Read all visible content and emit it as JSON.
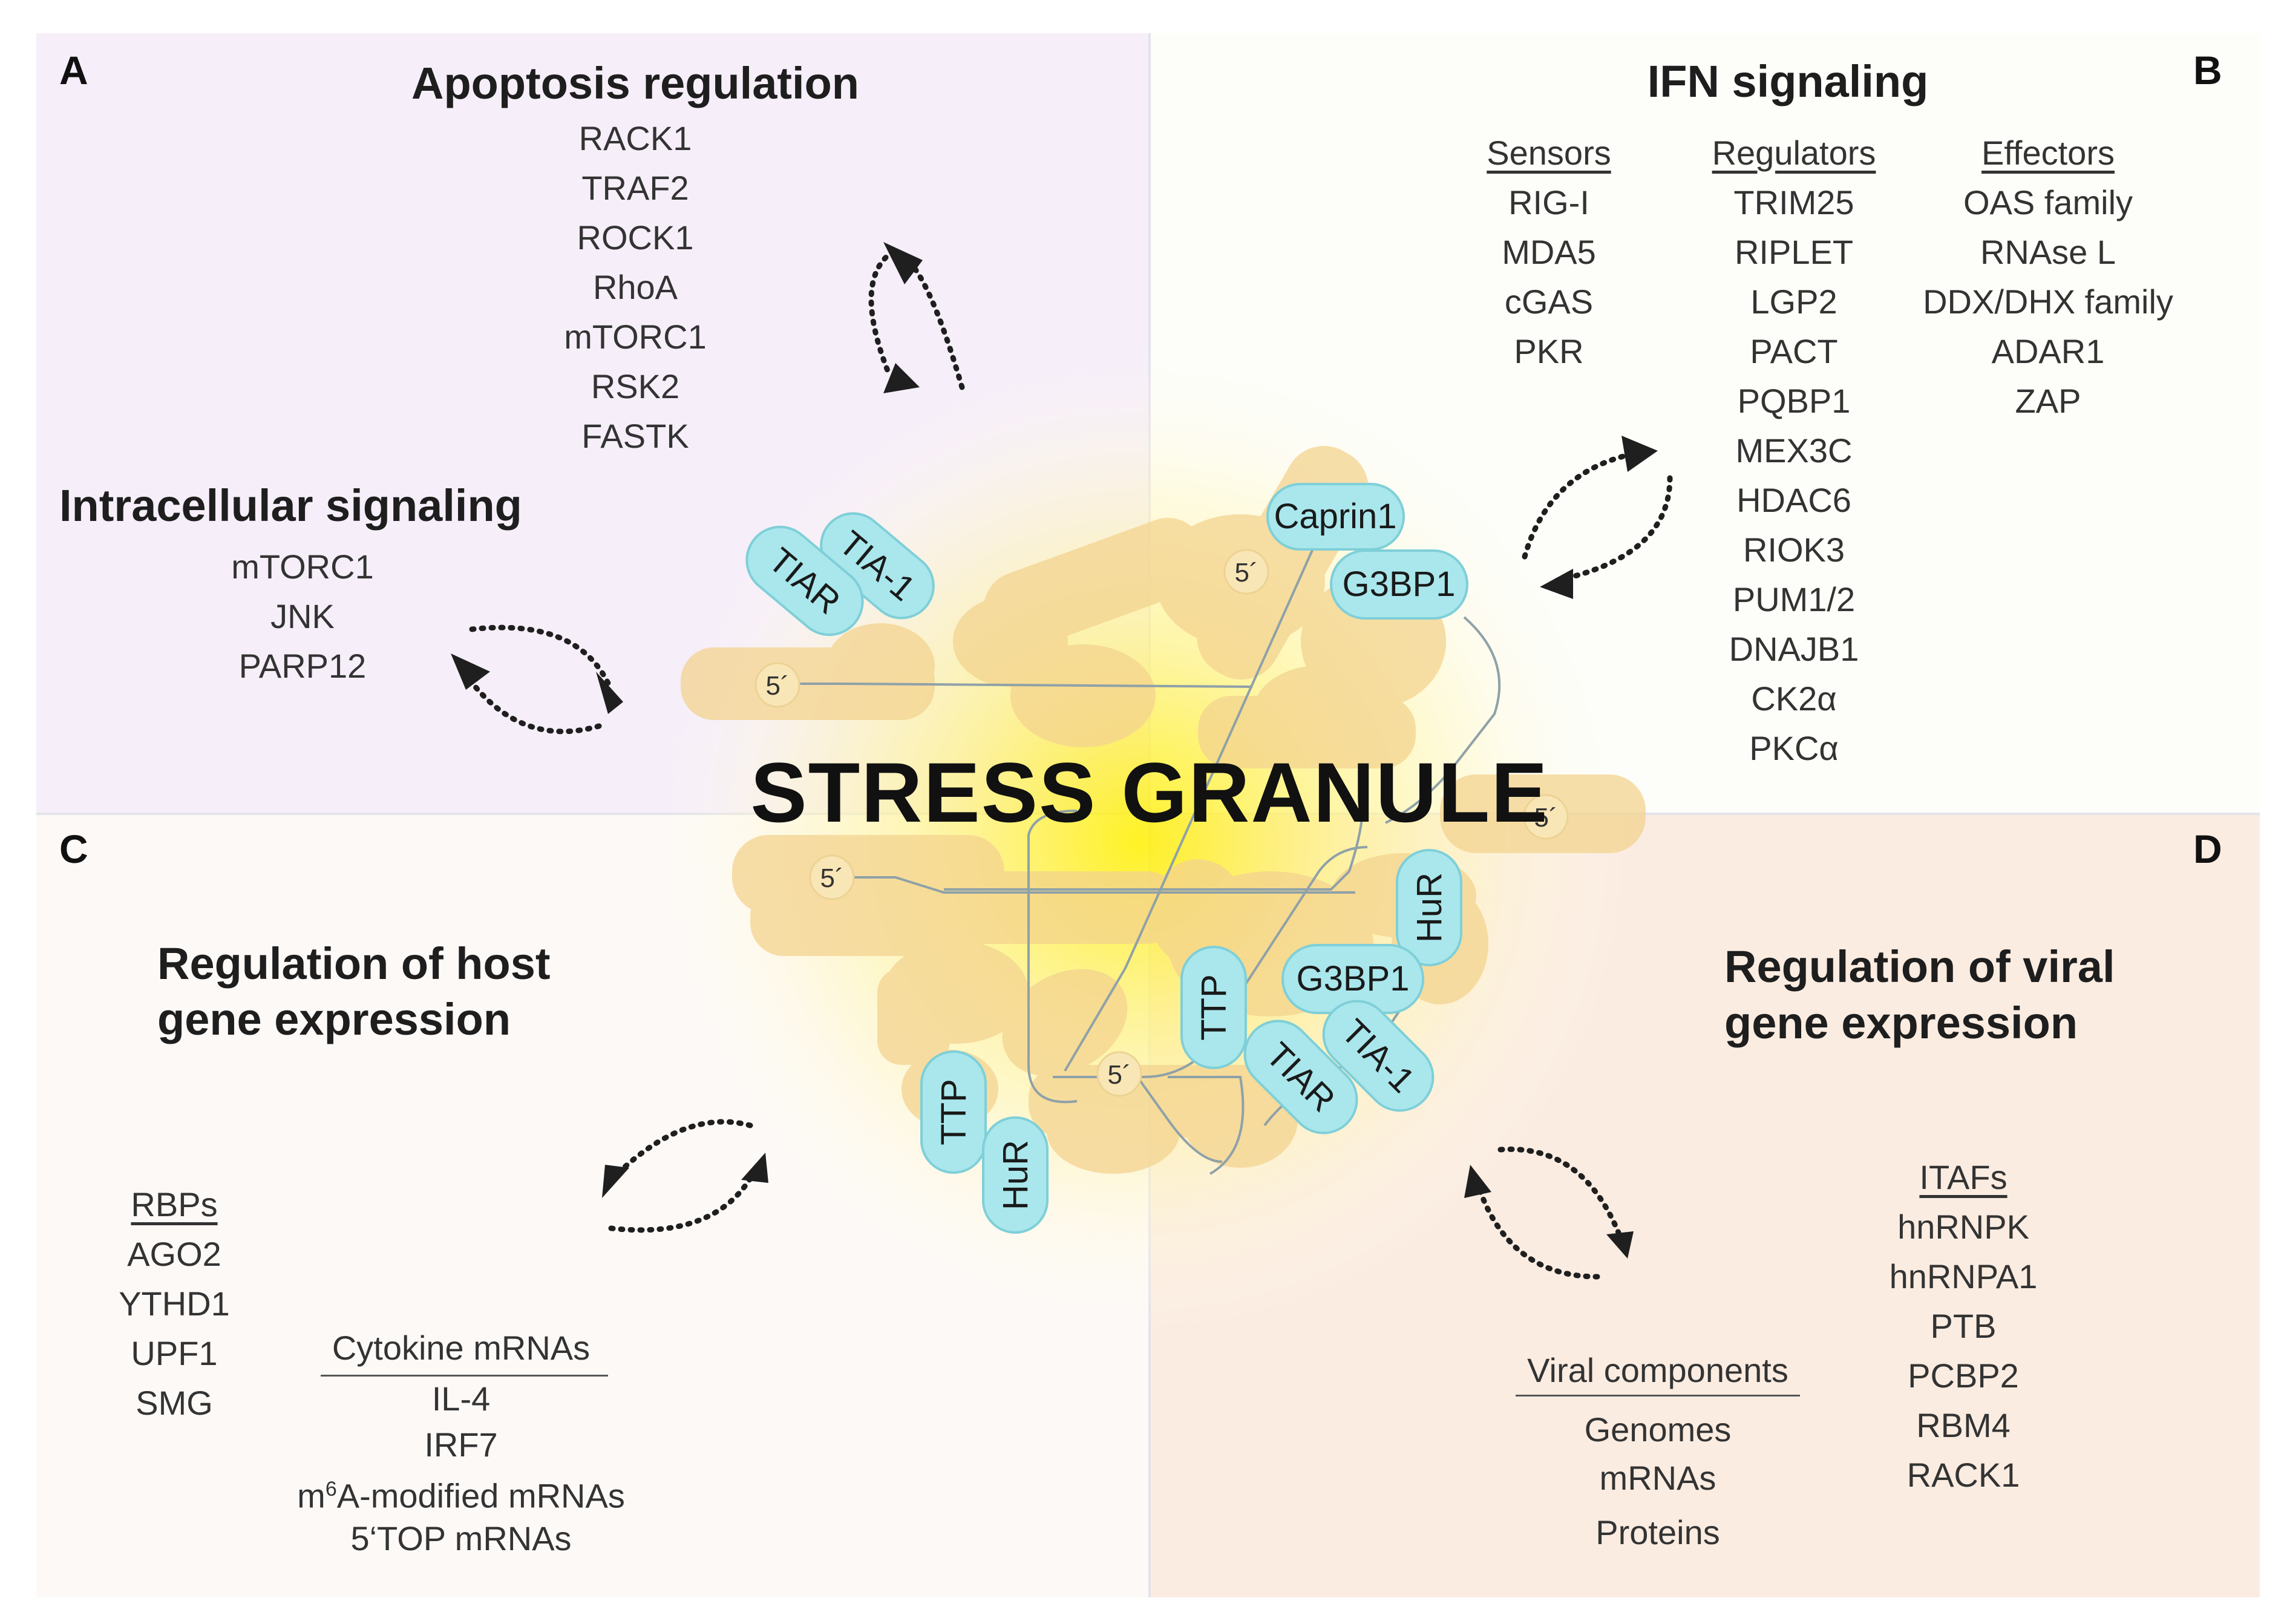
{
  "center_title": "STRESS GRANULE",
  "panel_a": {
    "letter": "A",
    "apoptosis_title": "Apoptosis regulation",
    "apoptosis_items": [
      "RACK1",
      "TRAF2",
      "ROCK1",
      "RhoA",
      "mTORC1",
      "RSK2",
      "FASTK"
    ],
    "signaling_title": "Intracellular signaling",
    "signaling_items": [
      "mTORC1",
      "JNK",
      "PARP12"
    ]
  },
  "panel_b": {
    "letter": "B",
    "title": "IFN signaling",
    "sensors_header": "Sensors",
    "sensors": [
      "RIG-I",
      "MDA5",
      "cGAS",
      "PKR"
    ],
    "regulators_header": "Regulators",
    "regulators": [
      "TRIM25",
      "RIPLET",
      "LGP2",
      "PACT",
      "PQBP1",
      "MEX3C",
      "HDAC6",
      "RIOK3",
      "PUM1/2",
      "DNAJB1",
      "CK2α",
      "PKCα"
    ],
    "effectors_header": "Effectors",
    "effectors": [
      "OAS family",
      "RNAse L",
      "DDX/DHX family",
      "ADAR1",
      "ZAP"
    ]
  },
  "panel_c": {
    "letter": "C",
    "title_line1": "Regulation of host",
    "title_line2": "gene expression",
    "rbps_header": "RBPs",
    "rbps": [
      "AGO2",
      "YTHD1",
      "UPF1",
      "SMG"
    ],
    "cytokine_header": "Cytokine mRNAs",
    "cytokine_items": [
      "IL-4",
      "IRF7"
    ],
    "m6a_prefix": "m",
    "m6a_sup": "6",
    "m6a_suffix": "A-modified mRNAs",
    "top_item": "5‘TOP mRNAs"
  },
  "panel_d": {
    "letter": "D",
    "title_line1": "Regulation of viral",
    "title_line2": "gene expression",
    "viral_header": "Viral components",
    "viral_items": [
      "Genomes",
      "mRNAs",
      "Proteins"
    ],
    "itafs_header": "ITAFs",
    "itafs": [
      "hnRNPK",
      "hnRNPA1",
      "PTB",
      "PCBP2",
      "RBM4",
      "RACK1"
    ]
  },
  "granule_proteins": {
    "caprin1": "Caprin1",
    "g3bp1": "G3BP1",
    "tia1": "TIA-1",
    "tiar": "TIAR",
    "hur": "HuR",
    "ttp": "TTP",
    "five_prime": "5´"
  },
  "colors": {
    "panel_a_bg": "#f6eef9",
    "panel_b_bg": "#fdfdf9",
    "panel_c_bg": "#fdf9f7",
    "panel_d_bg": "#fbece1",
    "protein_fill": "#a9e7ec",
    "protein_stroke": "#7fcfd8",
    "granule_glow": "#fff27a",
    "mrna_shape": "#f3d38f"
  }
}
